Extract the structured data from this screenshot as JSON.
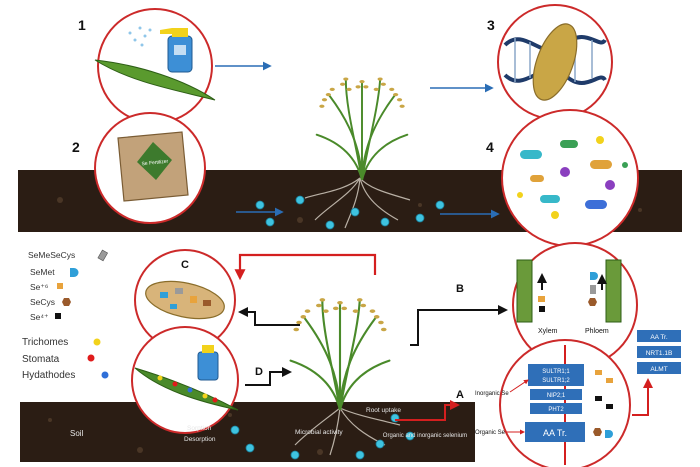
{
  "panel_numbers": [
    "1",
    "2",
    "3",
    "4"
  ],
  "fertilizer_bag_label": "Se Fertilizer",
  "legend_species": [
    {
      "label": "SeMeSeCys",
      "color": "#9a9a9a",
      "shape": "rod"
    },
    {
      "label": "SeMet",
      "color": "#2f9fd8",
      "shape": "d-shape"
    },
    {
      "label": "Se⁺⁶",
      "color": "#e8a33c",
      "shape": "square"
    },
    {
      "label": "SeCys",
      "color": "#9a5a2b",
      "shape": "hexagon"
    },
    {
      "label": "Se⁴⁺",
      "color": "#111111",
      "shape": "square"
    }
  ],
  "legend_sites": [
    {
      "label": "Trichomes",
      "color": "#f2d21b"
    },
    {
      "label": "Stomata",
      "color": "#e01b1b"
    },
    {
      "label": "Hydathodes",
      "color": "#2f6fd8"
    }
  ],
  "section_letters": {
    "a": "A",
    "b": "B",
    "c": "C",
    "d": "D"
  },
  "tissues": {
    "xylem": "Xylem",
    "phloem": "Phloem"
  },
  "transporters": {
    "sultr1": "SULTR1;1",
    "sultr2": "SULTR1;2",
    "nip": "NIP2;1",
    "pht2": "PHT2",
    "aa": "AA Tr.",
    "side_aa": "AA Tr.",
    "nrt": "NRT1.1B",
    "almt": "ALMT"
  },
  "uptake_labels": {
    "inorganic": "Inorganic Se",
    "organic": "Organic Se"
  },
  "soil_labels": {
    "soil": "Soil",
    "sorption": "Sorption",
    "desorption": "Desorption",
    "microbial": "Microbial activity",
    "root_uptake": "Root uptake",
    "organic_inorganic": "Organic and inorganic selenium"
  },
  "colors": {
    "soil": "#2b1d14",
    "circle_border": "#cc2a2a",
    "arrow_blue": "#2a6db5",
    "arrow_red": "#d41f1f",
    "transporter_box": "#2f6fb8",
    "plant_green": "#4a8a2a",
    "grain": "#c9a646"
  }
}
